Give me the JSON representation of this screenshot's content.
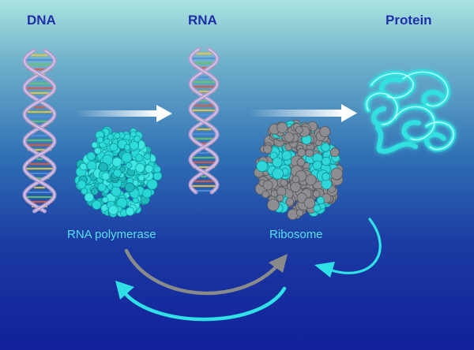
{
  "headings": {
    "dna": "DNA",
    "rna": "RNA",
    "protein": "Protein"
  },
  "captions": {
    "polymerase": "RNA polymerase",
    "ribosome": "Ribosome"
  },
  "colors": {
    "heading": "#1f2fa6",
    "caption": "#58e0ef",
    "molecule_cyan": "#26d7d6",
    "ribosome_gray": "#8b8b90",
    "arrow_cyan": "#2fe0e6",
    "arrow_gray": "#8a8a8a",
    "helix_backbone": "#b49ccc",
    "base_pairs": [
      "#e0593a",
      "#e8c53a",
      "#4f8fe0",
      "#66c26a"
    ]
  },
  "icons": {
    "dna": "double-helix-icon",
    "rna": "double-helix-icon",
    "polymerase": "space-filling-protein-icon",
    "ribosome": "space-filling-ribosome-icon",
    "protein": "folded-protein-ribbon-icon"
  }
}
